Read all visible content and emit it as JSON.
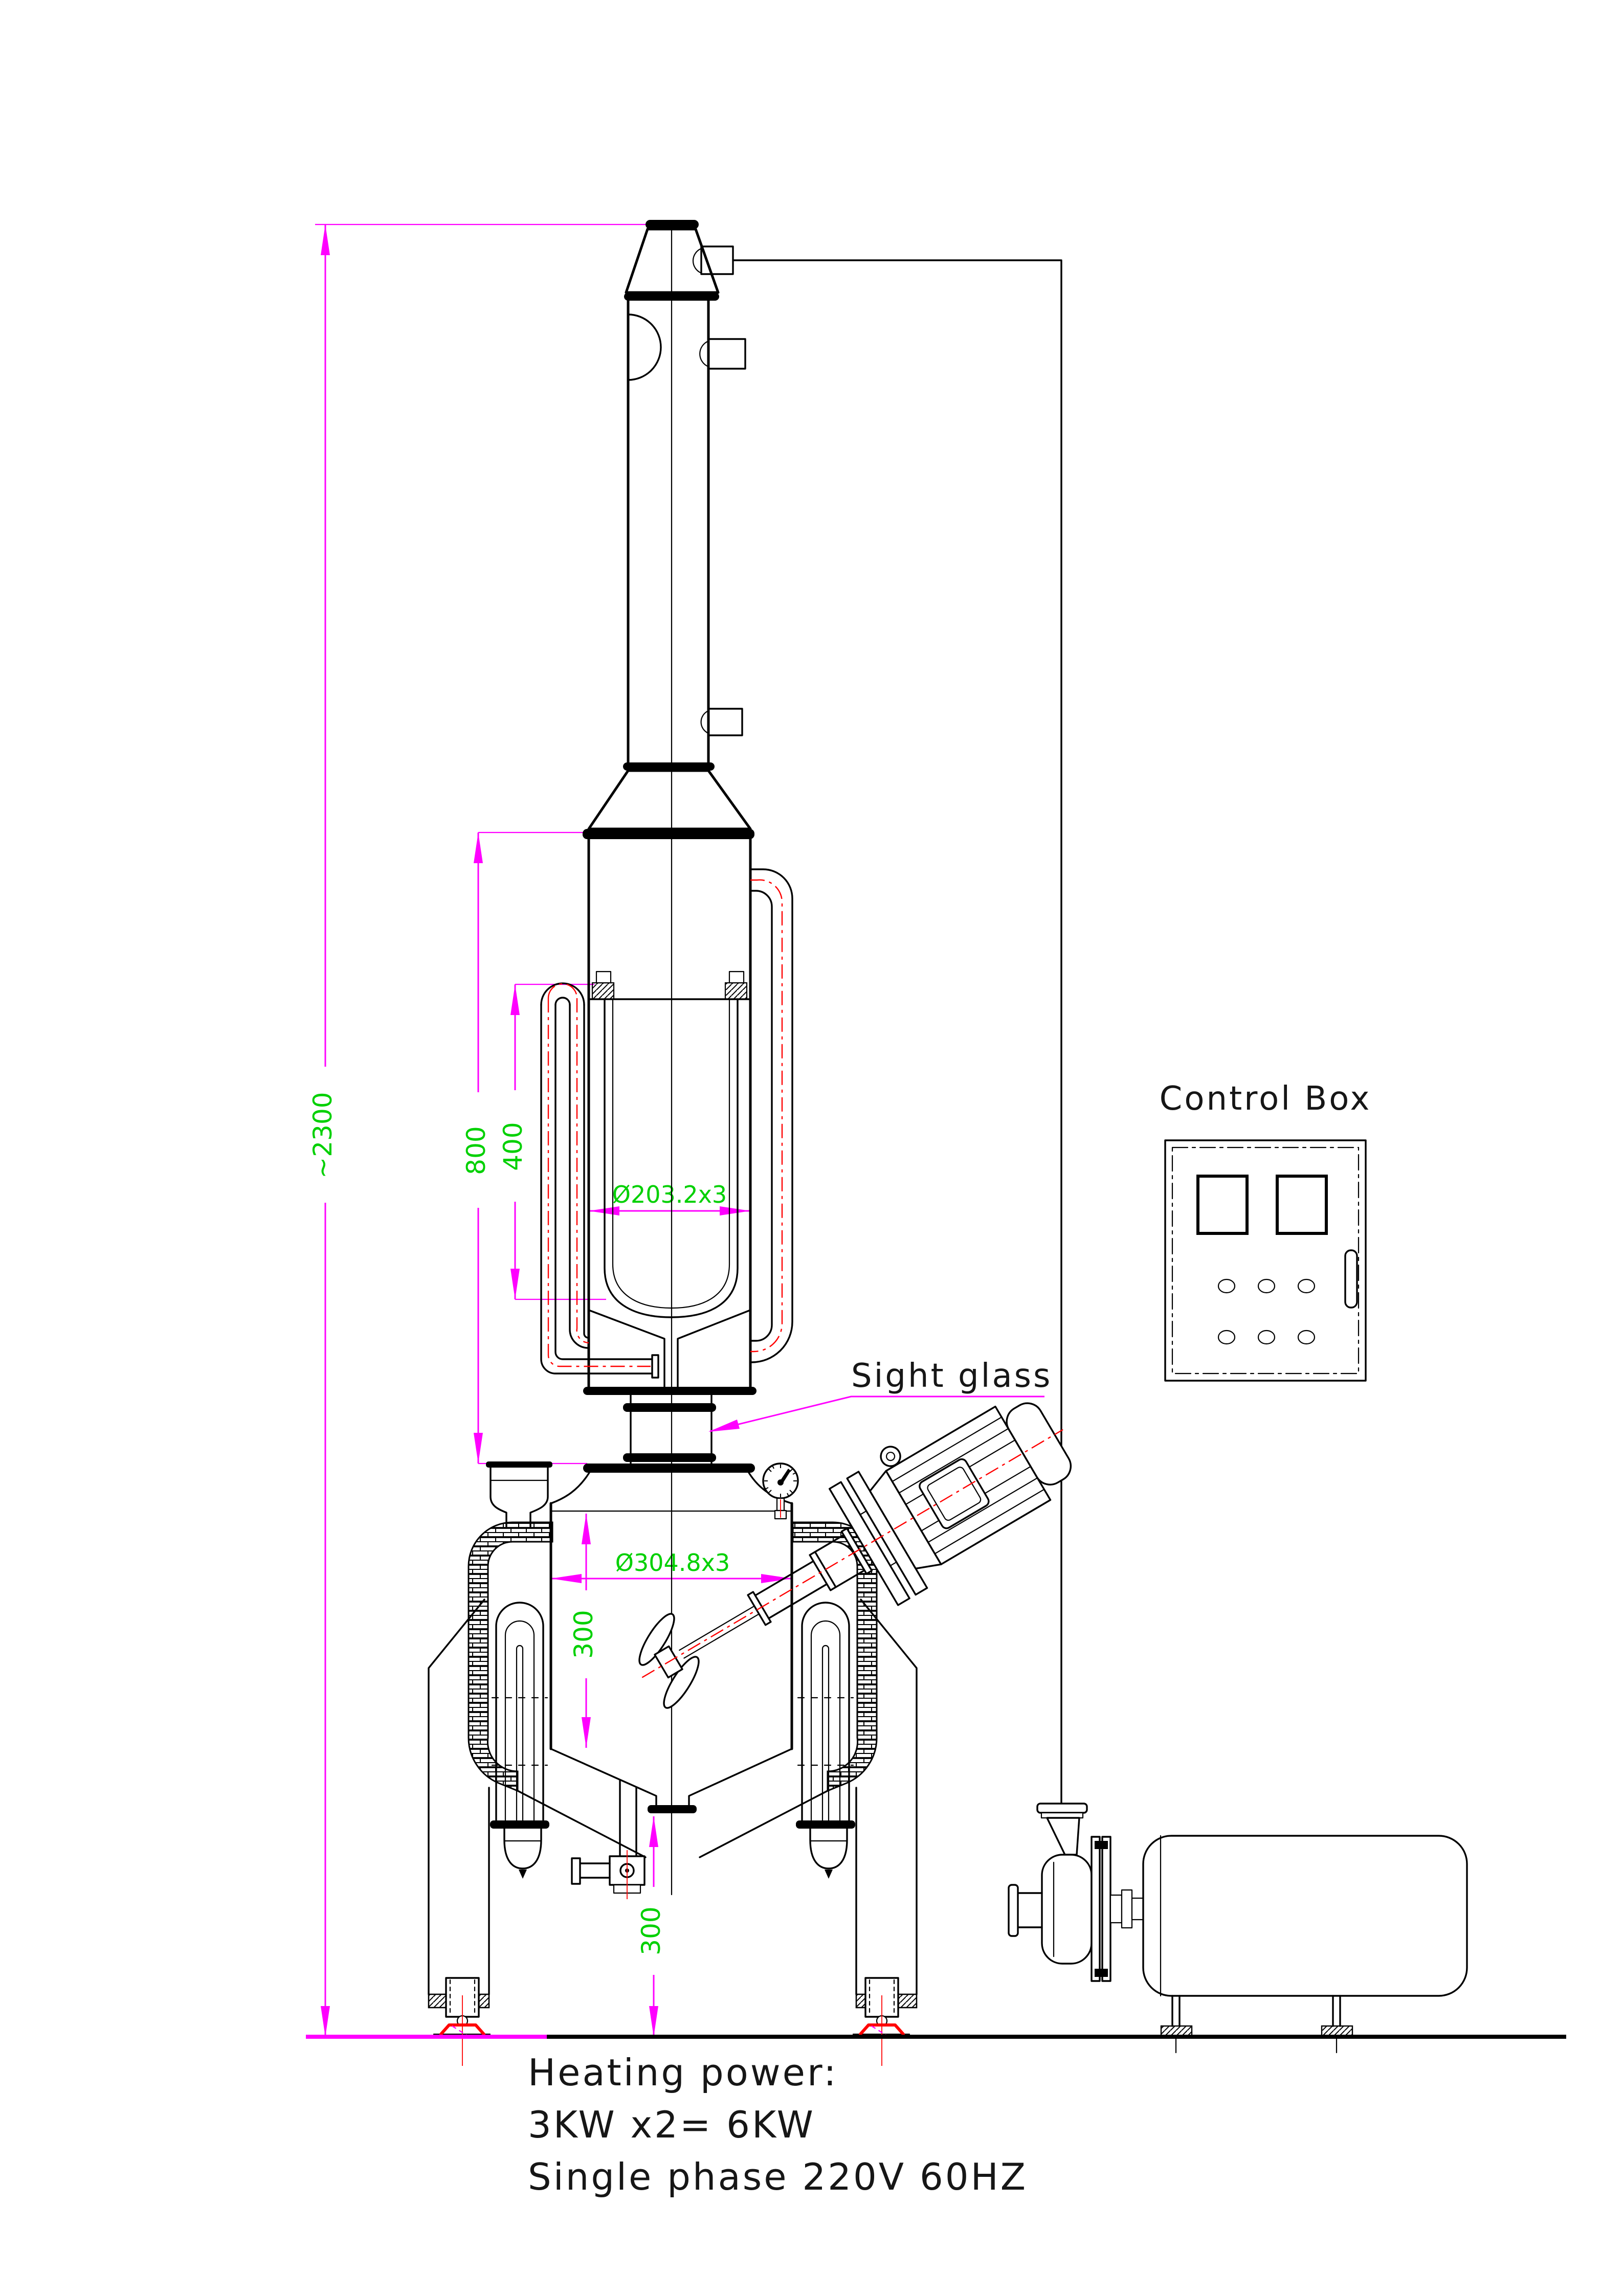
{
  "drawing": {
    "labels": {
      "control_box": "Control Box",
      "sight_glass": "Sight glass"
    },
    "notes": {
      "heading": "Heating power:",
      "power": "3KW x2= 6KW",
      "supply": "Single phase 220V 60HZ"
    },
    "dimensions": {
      "overall_height": "~2300",
      "condenser_section_height": "800",
      "condenser_tube_length": "400",
      "condenser_diameter": "Ø203.2x3",
      "vessel_diameter": "Ø304.8x3",
      "vessel_straight_height": "300",
      "outlet_ground_clearance": "300"
    },
    "colors": {
      "dimension_line": "#ff00ff",
      "dimension_text": "#00d000",
      "centerline": "#ff0000",
      "outline": "#000000",
      "background": "#ffffff"
    }
  }
}
